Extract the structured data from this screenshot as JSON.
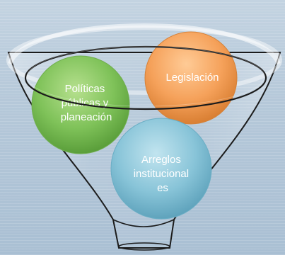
{
  "diagram": {
    "circles": [
      {
        "lines": [
          "Políticas",
          "públicas y",
          "planeación"
        ],
        "color": "#86c760"
      },
      {
        "lines": [
          "Legislación"
        ],
        "color": "#f5a45e"
      },
      {
        "lines": [
          "Arreglos",
          "institucional",
          "es"
        ],
        "color": "#8cc6d8"
      }
    ]
  }
}
